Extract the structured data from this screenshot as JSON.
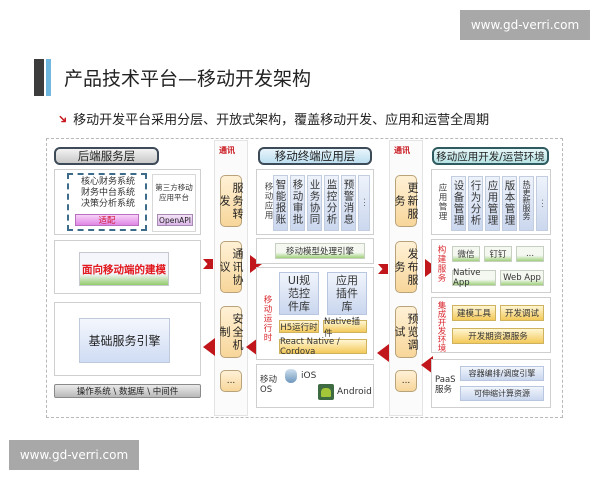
{
  "watermark": "www.gd-verri.com",
  "page_title": "产品技术平台—移动开发架构",
  "subtitle": "移动开发平台采用分层、开放式架构，覆盖移动开发、应用和运营全周期",
  "backend": {
    "header": "后端服务层",
    "systems": [
      "核心财务系统",
      "财务中台系统",
      "决策分析系统"
    ],
    "adapter": "适配",
    "third_party": "第三方移动应用平台",
    "openapi": "OpenAPI",
    "modeling": "面向移动端的建模",
    "engine": "基础服务引擎",
    "footer": "操作系统 \\ 数据库 \\ 中间件"
  },
  "comm_left": {
    "label": "通讯",
    "pills": [
      "服务转发",
      "通讯协议",
      "安全机制",
      "..."
    ]
  },
  "terminal": {
    "header": "移动终端应用层",
    "apps_label": "移动应用",
    "apps": [
      "智能报账",
      "移动审批",
      "业务协同",
      "监控分析",
      "预警消息",
      "···"
    ],
    "model_engine": "移动模型处理引擎",
    "runtime_label": "移动运行时",
    "ui_lib": "UI规范控件库",
    "plugin_lib": "应用插件库",
    "h5_runtime": "H5运行时",
    "native_plugin": "Native插件",
    "rn_cordova": "React Native / Cordova",
    "os_label": "移动OS",
    "ios": "iOS",
    "android": "Android"
  },
  "comm_right": {
    "label": "通讯",
    "pills": [
      "更新服务",
      "发布服务",
      "预览调试",
      "..."
    ]
  },
  "devops": {
    "header": "移动应用开发/运营环境",
    "mgmt_label": "应用管理",
    "mgmt": [
      "设备管理",
      "行为分析",
      "应用管理",
      "版本管理",
      "热更新服务",
      "···"
    ],
    "build_label": "构建服务",
    "build": [
      "微信",
      "钉钉",
      "...",
      "Native App",
      "Web App"
    ],
    "ide_label": "集成开发环境",
    "ide": [
      "建模工具",
      "开发调试",
      "开发期资源服务"
    ],
    "paas_label": "PaaS服务",
    "paas": [
      "容器编排/调度引擎",
      "可伸缩计算资源"
    ]
  }
}
